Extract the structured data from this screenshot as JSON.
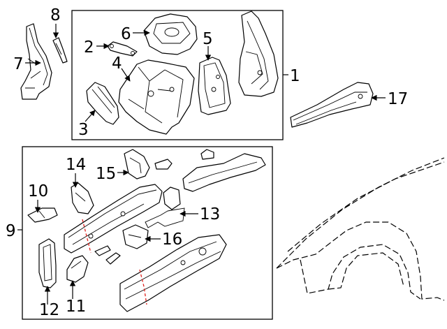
{
  "callouts": {
    "c1": "1",
    "c2": "2",
    "c3": "3",
    "c4": "4",
    "c5": "5",
    "c6": "6",
    "c7": "7",
    "c8": "8",
    "c9": "9",
    "c10": "10",
    "c11": "11",
    "c12": "12",
    "c13": "13",
    "c14": "14",
    "c15": "15",
    "c16": "16",
    "c17": "17"
  },
  "colors": {
    "line": "#000000",
    "cut_line": "#e0201b",
    "background": "#ffffff"
  }
}
